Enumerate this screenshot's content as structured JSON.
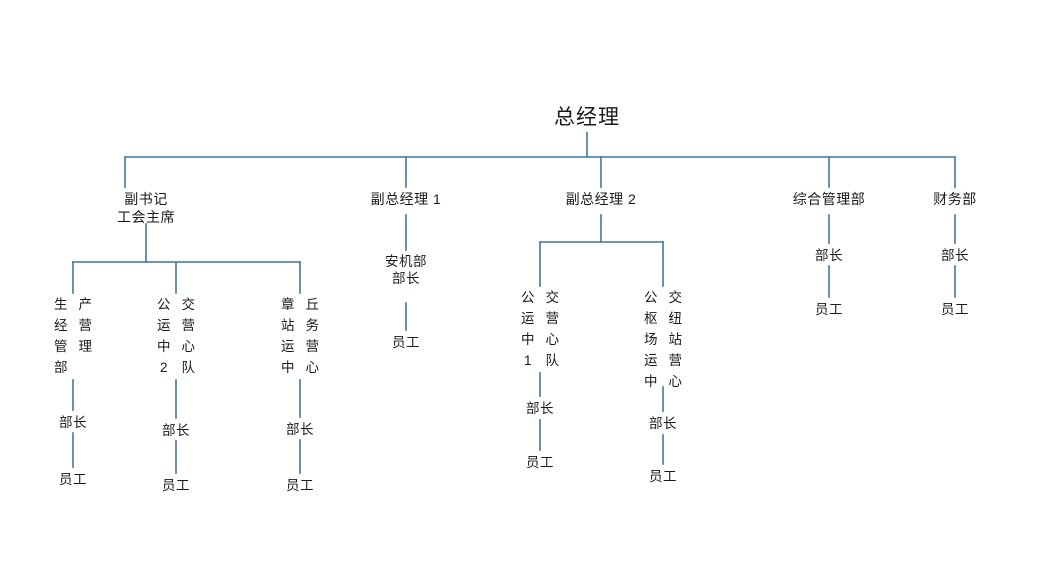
{
  "chart_meta": {
    "type": "org-chart",
    "title": "总经理",
    "line_color": "#44759a",
    "text_color": "#1a1a1a",
    "background": "#ffffff"
  },
  "root": {
    "label": "总经理"
  },
  "level2": {
    "deputy_secretary": {
      "line1": "副书记",
      "line2": "工会主席"
    },
    "deputy_gm1": {
      "label": "副总经理 1"
    },
    "deputy_gm2": {
      "label": "副总经理 2"
    },
    "general_admin": {
      "label": "综合管理部"
    },
    "finance": {
      "label": "财务部"
    }
  },
  "level3": {
    "production_mgmt": {
      "col_left": [
        "生",
        "经",
        "管",
        "部"
      ],
      "col_right": [
        "产",
        "营",
        "理"
      ],
      "plain": "生产经营管理部"
    },
    "bus_ops_team2": {
      "col_left": [
        "公",
        "运",
        "中",
        "2"
      ],
      "col_right": [
        "交",
        "营",
        "心",
        "队"
      ],
      "plain": "公交运营中心2队"
    },
    "zhangqiu_station": {
      "col_left": [
        "章",
        "站",
        "运",
        "中"
      ],
      "col_right": [
        "丘",
        "务",
        "营",
        "心"
      ],
      "plain": "章丘站务运营中心"
    },
    "safety_dept": {
      "line1": "安机部",
      "line2": "部长"
    },
    "bus_ops_team1": {
      "col_left": [
        "公",
        "运",
        "中",
        "1"
      ],
      "col_right": [
        "交",
        "营",
        "心",
        "队"
      ],
      "plain": "公交运营中心1队"
    },
    "hub_station_ops": {
      "col_left": [
        "公",
        "枢",
        "场",
        "运",
        "中"
      ],
      "col_right": [
        "交",
        "纽",
        "站",
        "营",
        "心"
      ],
      "plain": "公交枢纽场站运营中心"
    },
    "admin_head": {
      "label": "部长"
    },
    "finance_head": {
      "label": "部长"
    }
  },
  "level4": {
    "head_production": "部长",
    "head_bus_team2": "部长",
    "head_zhangqiu": "部长",
    "head_bus_team1": "部长",
    "head_hub": "部长",
    "staff_safety": "员工",
    "staff_admin": "员工",
    "staff_finance": "员工"
  },
  "level5": {
    "staff_production": "员工",
    "staff_bus_team2": "员工",
    "staff_zhangqiu": "员工",
    "staff_bus_team1": "员工",
    "staff_hub": "员工"
  }
}
